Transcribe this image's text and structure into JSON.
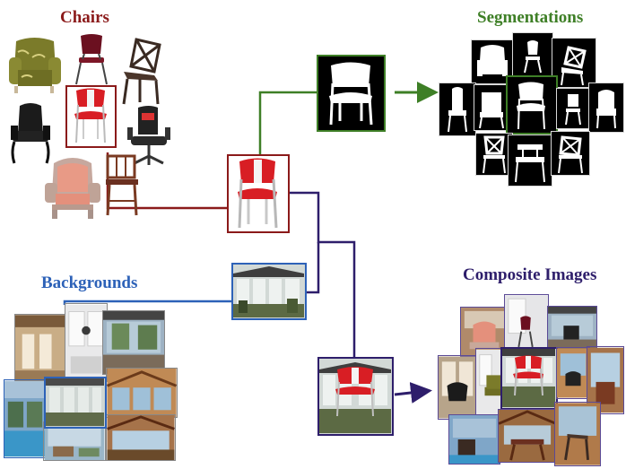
{
  "labels": {
    "chairs": "Chairs",
    "segmentations": "Segmentations",
    "backgrounds": "Backgrounds",
    "composite": "Composite Images"
  },
  "colors": {
    "chairs": "#8b1a1a",
    "segmentations": "#3e7f26",
    "backgrounds": "#2d62b8",
    "composite": "#2e1e6b"
  }
}
